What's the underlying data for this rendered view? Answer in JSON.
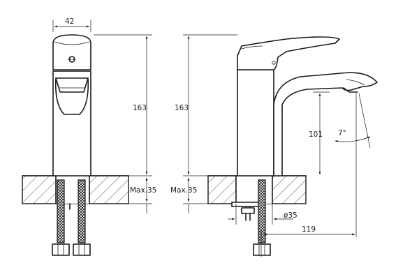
{
  "labels": {
    "width_top": "42",
    "height_front": "163",
    "height_side": "163",
    "max_front": "Max.35",
    "max_side": "Max.35",
    "spout_height": "101",
    "angle": "7°",
    "hole_diameter": "ø35",
    "reach": "119"
  }
}
